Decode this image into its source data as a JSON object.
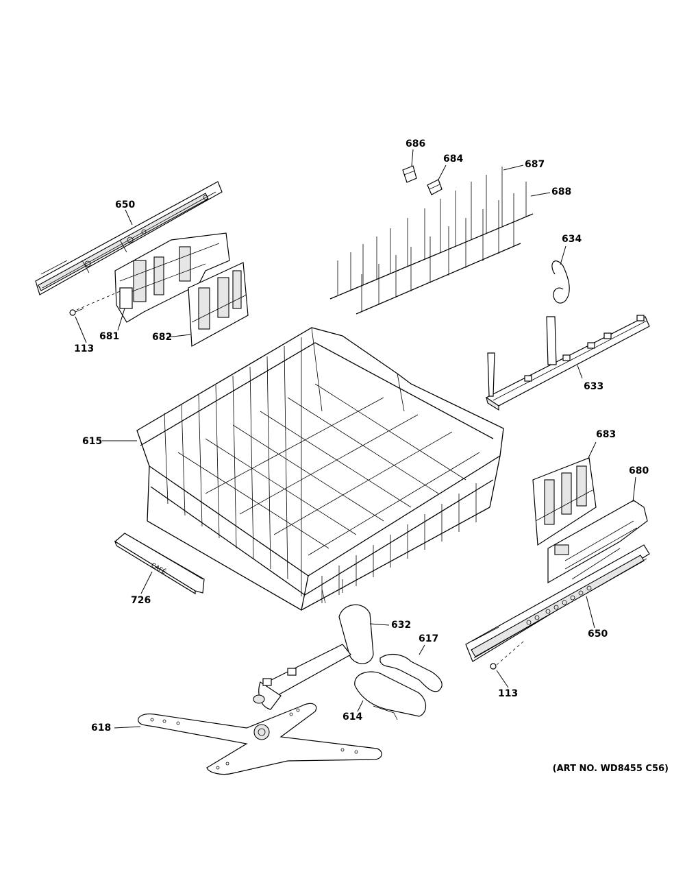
{
  "diagram": {
    "art_number": "(ART NO. WD8455 C56)",
    "brand_text": "CAFÉ",
    "callouts": [
      {
        "id": "c650a",
        "text": "650"
      },
      {
        "id": "c113a",
        "text": "113"
      },
      {
        "id": "c681",
        "text": "681"
      },
      {
        "id": "c682",
        "text": "682"
      },
      {
        "id": "c686",
        "text": "686"
      },
      {
        "id": "c684",
        "text": "684"
      },
      {
        "id": "c687",
        "text": "687"
      },
      {
        "id": "c688",
        "text": "688"
      },
      {
        "id": "c634",
        "text": "634"
      },
      {
        "id": "c633",
        "text": "633"
      },
      {
        "id": "c615",
        "text": "615"
      },
      {
        "id": "c683",
        "text": "683"
      },
      {
        "id": "c680",
        "text": "680"
      },
      {
        "id": "c726",
        "text": "726"
      },
      {
        "id": "c632",
        "text": "632"
      },
      {
        "id": "c617",
        "text": "617"
      },
      {
        "id": "c650b",
        "text": "650"
      },
      {
        "id": "c614",
        "text": "614"
      },
      {
        "id": "c113b",
        "text": "113"
      },
      {
        "id": "c618",
        "text": "618"
      }
    ]
  }
}
